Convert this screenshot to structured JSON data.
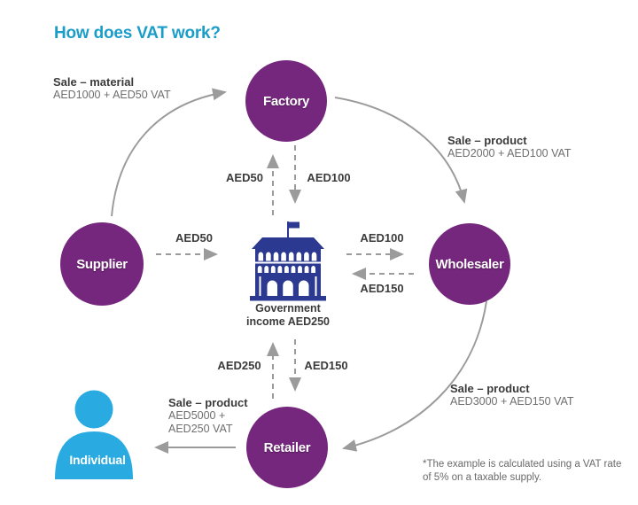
{
  "title": "How does VAT work?",
  "colors": {
    "title_teal": "#1B9DC9",
    "node_purple": "#75267D",
    "gov_blue": "#2B3990",
    "individual_blue": "#29ABE2",
    "arrow_gray": "#9B9B9B",
    "label_dark": "#3B3B3B",
    "label_gray": "#6E6E6E"
  },
  "nodes": {
    "factory": "Factory",
    "supplier": "Supplier",
    "wholesaler": "Wholesaler",
    "retailer": "Retailer",
    "individual": "Individual"
  },
  "government": {
    "caption_line1": "Government",
    "caption_line2": "income AED250"
  },
  "sales": {
    "material": {
      "title": "Sale – material",
      "amount": "AED1000 + AED50 VAT"
    },
    "factory_to_wholesaler": {
      "title": "Sale – product",
      "amount": "AED2000 + AED100 VAT"
    },
    "wholesaler_to_retailer": {
      "title": "Sale – product",
      "amount": "AED3000 + AED150 VAT"
    },
    "retailer_to_individual": {
      "title": "Sale – product",
      "amount_line1": "AED5000 +",
      "amount_line2": "AED250 VAT"
    }
  },
  "vat_flows": {
    "supplier_to_gov": "AED50",
    "gov_to_factory": "AED50",
    "factory_to_gov": "AED100",
    "gov_to_wholesaler": "AED100",
    "wholesaler_to_gov": "AED150",
    "gov_to_retailer": "AED150",
    "retailer_to_gov": "AED250"
  },
  "footnote": "*The example is calculated using a VAT rate of 5% on a taxable supply."
}
